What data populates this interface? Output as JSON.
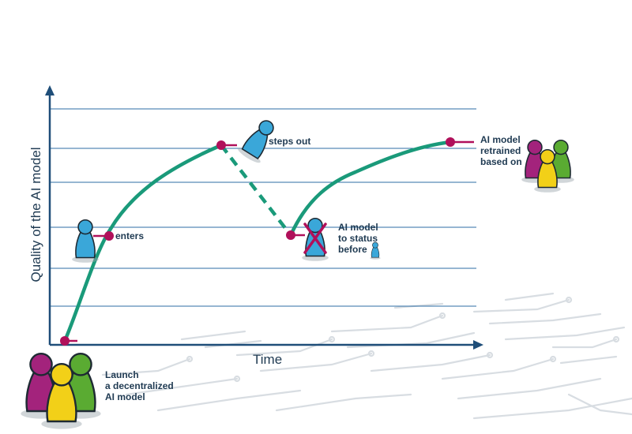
{
  "axes": {
    "y_label": "Quality of the AI model",
    "x_label": "Time"
  },
  "annotations": {
    "launch": [
      "Launch",
      "a decentralized",
      "AI model"
    ],
    "enters": "enters",
    "steps_out": "steps out",
    "reset": [
      "AI model",
      "to status",
      "before"
    ],
    "retrained": [
      "AI model",
      "retrained",
      "based on"
    ]
  },
  "colors": {
    "axis": "#1f4e79",
    "grid": "#2e6da4",
    "curve": "#1a9a7a",
    "marker": "#b0105a",
    "text": "#1f3a52",
    "pawn_magenta": "#a3237c",
    "pawn_yellow": "#f2d018",
    "pawn_green": "#5aab32",
    "pawn_blue": "#3aa7d9"
  }
}
